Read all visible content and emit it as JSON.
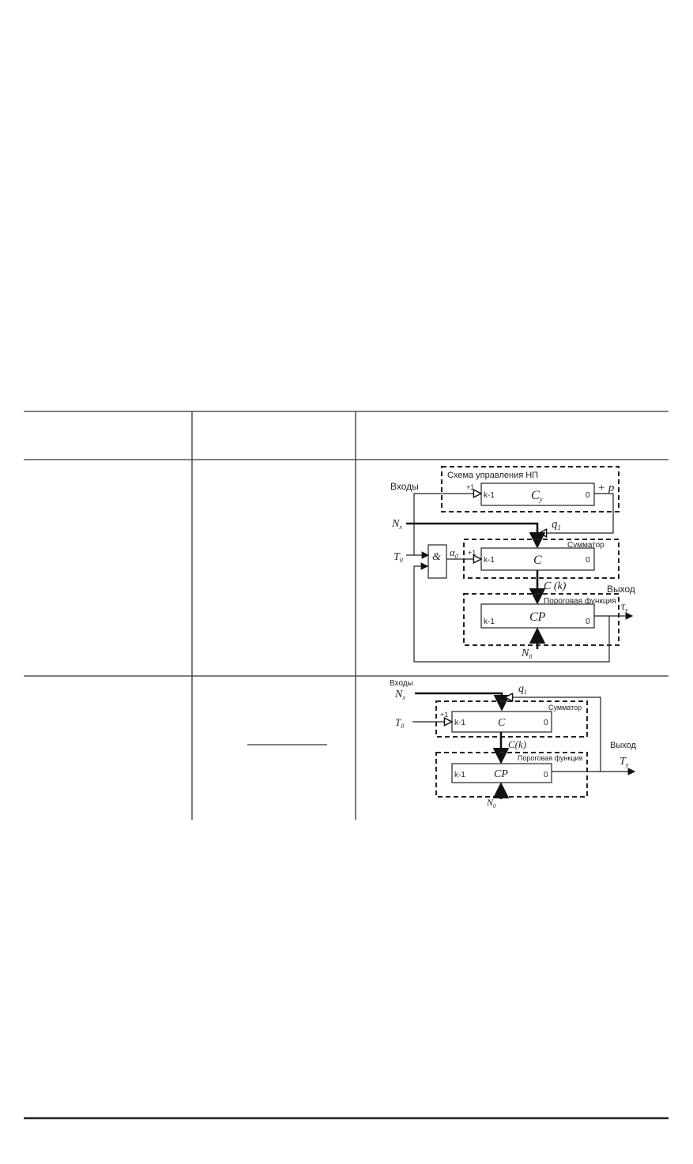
{
  "diagram1": {
    "inputs": "Входы",
    "control_block": "Схема управления НП",
    "cy_main": "C",
    "cy_sub": "y",
    "plus_one": "+1",
    "k1": "k-1",
    "zero": "0",
    "plus_p": "+ p",
    "nx_main": "N",
    "nx_sub": "x",
    "q_main": "q",
    "q_sub": "1",
    "t0_main": "T",
    "t0_sub": "0",
    "and": "&",
    "alpha_main": "α",
    "alpha_sub": "0",
    "adder": "Сумматор",
    "c": "C",
    "ck": "C (k)",
    "output": "Выход",
    "threshold": "Пороговая функция",
    "tau_main": "τ",
    "tau_sub": "y",
    "cp": "CP",
    "n0_main": "N",
    "n0_sub": "0"
  },
  "diagram2": {
    "inputs": "Входы",
    "nx_main": "N",
    "nx_sub": "x",
    "q_main": "q",
    "q_sub": "1",
    "adder": "Сумматор",
    "plus_one": "+1",
    "k1": "k-1",
    "zero": "0",
    "t0_main": "T",
    "t0_sub": "0",
    "c": "C",
    "ck": "C(k)",
    "output": "Выход",
    "ty_main": "T",
    "ty_sub": "y",
    "threshold": "Пороговая функция",
    "cp": "CP",
    "n0_main": "N",
    "n0_sub": "0"
  }
}
